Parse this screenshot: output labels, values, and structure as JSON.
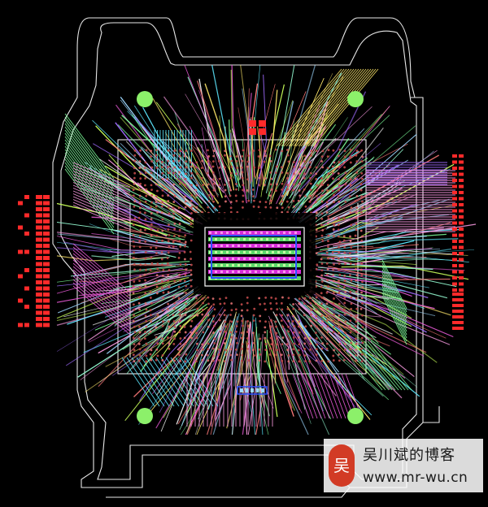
{
  "scene": {
    "description_free": true,
    "background": "#000000",
    "colors": {
      "outline": "#e8e8e8",
      "trace_palette": [
        "#ff9de6",
        "#e85ad6",
        "#5de8ff",
        "#7dff9a",
        "#ffe86a",
        "#c9ff5a",
        "#a06bff",
        "#ff7a7a",
        "#ffffff",
        "#9dd7ff",
        "#8df0c8"
      ],
      "via": "#c04a4a",
      "mounting_hole": "#8cf06a",
      "pad_red": "#ff2a2a",
      "die_magenta": "#d62bd8",
      "die_green": "#5ad86a",
      "die_blue": "#2850ff"
    }
  },
  "watermark": {
    "logo_glyph": "吴",
    "title": "吴川斌的博客",
    "url": "www.mr-wu.cn"
  }
}
